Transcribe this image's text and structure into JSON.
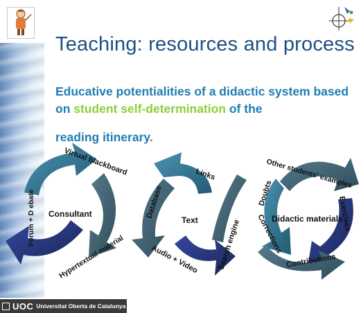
{
  "slide": {
    "title": "Teaching: resources and process",
    "subtitle_part1": "Educative potentialities of a didactic system based on ",
    "subtitle_highlight": "student self-determination",
    "subtitle_part2": " of the",
    "subtitle_line3": "reading itinerary",
    "subtitle_end": "."
  },
  "cycles": {
    "left": {
      "arc_top": "Virtual blackboard",
      "vertical_left": "Forum + D ebate",
      "center": "Consultant",
      "arc_bottom": "Hypertextual material"
    },
    "middle": {
      "arc_top": "Links",
      "vertical_left": "Database",
      "center": "Text",
      "arc_bottom": "Audio + Video",
      "vertical_right": "Search engine"
    },
    "right": {
      "arc_top": "Other students' examples",
      "vertical_left": "Doubts",
      "center": "Didactic materials",
      "vertical_right": "Exercises",
      "arc_inner": "Corrections",
      "arc_bottom": "Contributions"
    }
  },
  "footer": {
    "brand": "UOC",
    "full_name": "Universitat Oberta de Catalunya"
  },
  "colors": {
    "title": "#1d4f86",
    "subtitle": "#1f7db1",
    "highlight": "#8fce3c",
    "arrow_dark_teal": "#2a5d74",
    "arrow_teal": "#3a7e9a",
    "arrow_navy": "#26356f",
    "arrow_slate": "#3f6272"
  },
  "icons": {
    "mascot": "teacher-figure-icon",
    "corner": "compass-star-icon",
    "footer_logo": "uoc-logo-icon"
  }
}
